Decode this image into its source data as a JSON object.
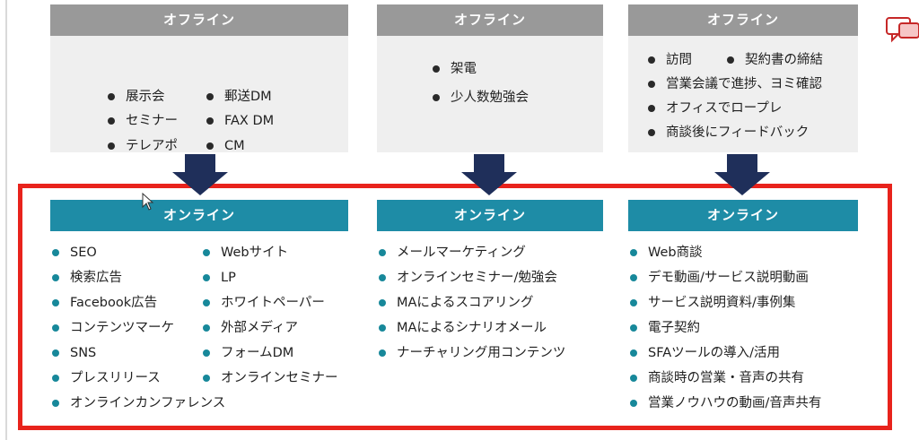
{
  "offline": [
    {
      "title": "オフライン",
      "items": [
        "展示会",
        "セミナー",
        "テレアポ",
        "郵送DM",
        "FAX DM",
        "CM"
      ]
    },
    {
      "title": "オフライン",
      "items": [
        "架電",
        "少人数勉強会"
      ]
    },
    {
      "title": "オフライン",
      "items": [
        "訪問",
        "契約書の締結",
        "営業会議で進捗、ヨミ確認",
        "オフィスでロープレ",
        "商談後にフィードバック"
      ]
    }
  ],
  "online": [
    {
      "title": "オンライン",
      "items": [
        "SEO",
        "検索広告",
        "Facebook広告",
        "コンテンツマーケ",
        "SNS",
        "プレスリリース",
        "オンラインカンファレンス",
        "Webサイト",
        "LP",
        "ホワイトペーパー",
        "外部メディア",
        "フォームDM",
        "オンラインセミナー"
      ]
    },
    {
      "title": "オンライン",
      "items": [
        "メールマーケティング",
        "オンラインセミナー/勉強会",
        "MAによるスコアリング",
        "MAによるシナリオメール",
        "ナーチャリング用コンテンツ"
      ]
    },
    {
      "title": "オンライン",
      "items": [
        "Web商談",
        "デモ動画/サービス説明動画",
        "サービス説明資料/事例集",
        "電子契約",
        "SFAツールの導入/活用",
        "商談時の営業・音声の共有",
        "営業ノウハウの動画/音声共有"
      ]
    }
  ],
  "colors": {
    "offline_header": "#999999",
    "offline_bg": "#efefef",
    "online_header": "#1e8ca6",
    "online_bullet": "#17889a",
    "arrow": "#1f2f5a",
    "frame": "#e8231c"
  },
  "icons": [
    "down-arrow-icon",
    "mouse-cursor-icon",
    "speech-bubble-icon"
  ]
}
